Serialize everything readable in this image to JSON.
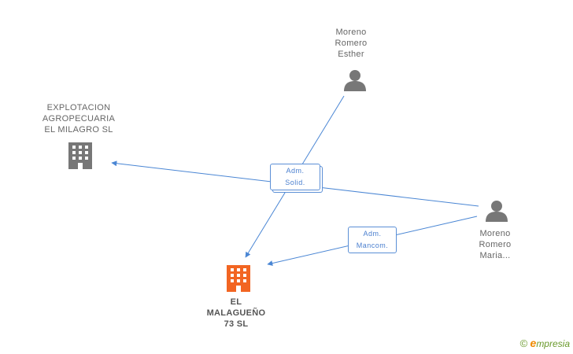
{
  "nodes": {
    "explotacion": {
      "lines": [
        "EXPLOTACION",
        "AGROPECUARIA",
        "EL MILAGRO SL"
      ],
      "icon": "building-icon",
      "color": "#777777"
    },
    "malagueno": {
      "lines": [
        "EL",
        "MALAGUEÑO",
        "73 SL"
      ],
      "icon": "building-icon",
      "color": "#f26522"
    },
    "esther": {
      "lines": [
        "Moreno",
        "Romero",
        "Esther"
      ],
      "icon": "person-icon",
      "color": "#777777"
    },
    "maria": {
      "lines": [
        "Moreno",
        "Romero",
        "Maria..."
      ],
      "icon": "person-icon",
      "color": "#777777"
    }
  },
  "edge_labels": {
    "solid": [
      "Adm.",
      "Solid."
    ],
    "mancom": [
      "Adm.",
      "Mancom."
    ]
  },
  "colors": {
    "edge": "#4a86d4",
    "accent": "#f26522"
  },
  "watermark": {
    "copyright": "©",
    "brand_initial": "e",
    "brand_rest": "mpresia"
  }
}
